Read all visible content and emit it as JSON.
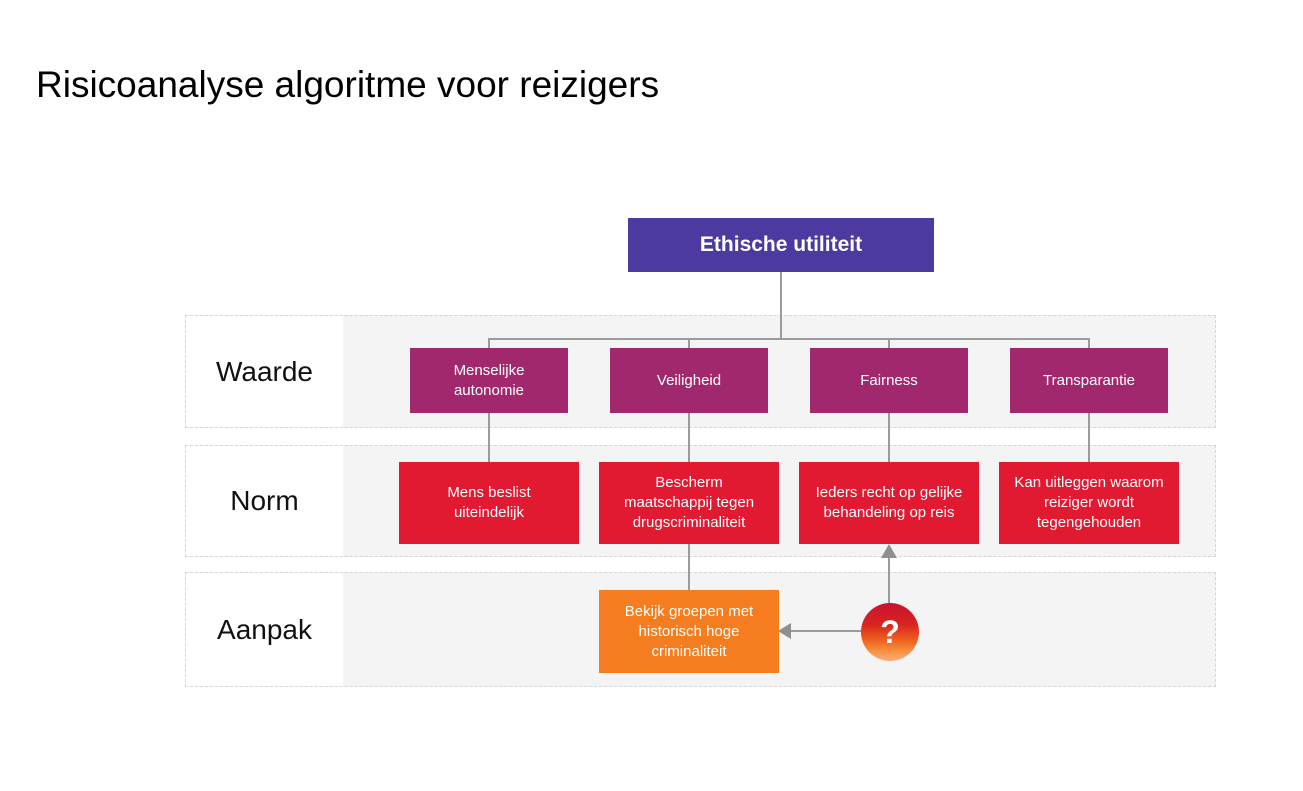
{
  "slide": {
    "title": "Risicoanalyse algoritme voor reizigers"
  },
  "diagram": {
    "root": {
      "label": "Ethische utiliteit",
      "color": "#4c3aa0"
    },
    "rows": [
      {
        "label": "Waarde",
        "node_color": "#a2286e",
        "nodes": [
          {
            "label": "Menselijke autonomie"
          },
          {
            "label": "Veiligheid"
          },
          {
            "label": "Fairness"
          },
          {
            "label": "Transparantie"
          }
        ]
      },
      {
        "label": "Norm",
        "node_color": "#e11931",
        "nodes": [
          {
            "label": "Mens beslist uiteindelijk"
          },
          {
            "label": "Bescherm maatschappij tegen drugscriminaliteit"
          },
          {
            "label": "Ieders recht op gelijke behandeling op reis"
          },
          {
            "label": "Kan uitleggen waarom reiziger wordt tegengehouden"
          }
        ]
      },
      {
        "label": "Aanpak",
        "node_color": "#f57c1f",
        "nodes": [
          {
            "label": "Bekijk groepen met historisch hoge criminaliteit"
          }
        ]
      }
    ],
    "question_badge": {
      "glyph": "?",
      "gradient_top": "#c8132f",
      "gradient_bottom": "#fbad7d"
    },
    "connector_color": "#9b9b9b"
  }
}
